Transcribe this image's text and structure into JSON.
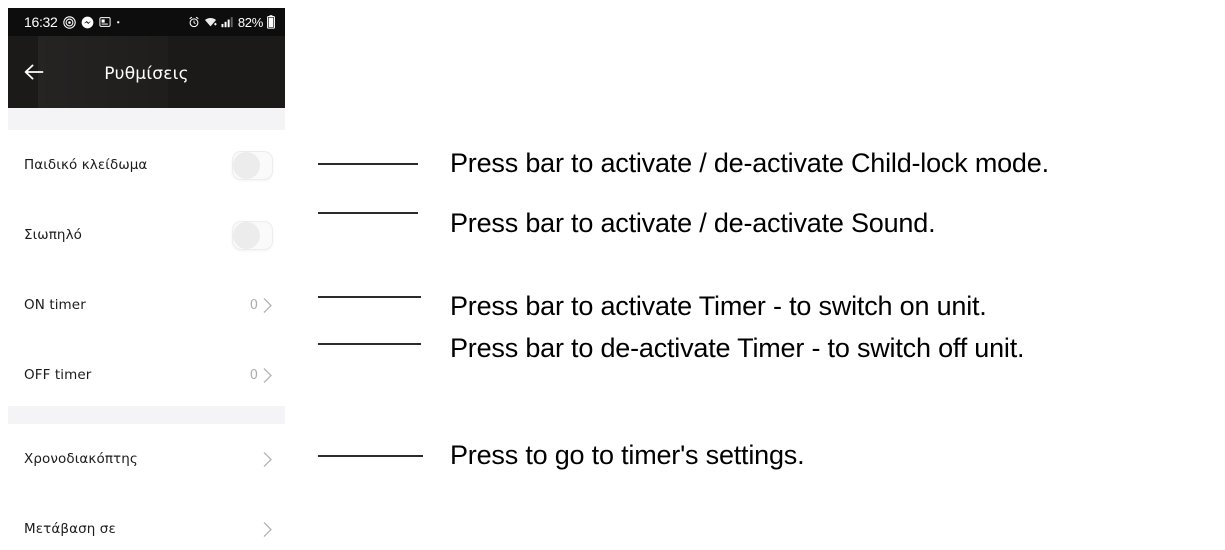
{
  "phone": {
    "status_bar": {
      "clock": "16:32",
      "battery_percent": "82%",
      "left_icons": [
        "fingerprint-icon",
        "messenger-icon",
        "app-notification-icon",
        "dot-icon"
      ],
      "right_icons": [
        "alarm-icon",
        "wifi-icon",
        "signal-bars-icon",
        "battery-icon"
      ]
    },
    "app_bar": {
      "back_icon": "back-arrow-icon",
      "title": "Ρυθμίσεις"
    },
    "rows": [
      {
        "label": "Παιδικό κλείδωμα",
        "control": "toggle",
        "state": "off"
      },
      {
        "label": "Σιωπηλό",
        "control": "toggle",
        "state": "off"
      },
      {
        "label": "ON timer",
        "control": "value-chevron",
        "value": "0"
      },
      {
        "label": "OFF timer",
        "control": "value-chevron",
        "value": "0"
      },
      {
        "label": "Χρονοδιακόπτης",
        "control": "chevron"
      },
      {
        "label": "Μετάβαση σε",
        "control": "chevron"
      }
    ]
  },
  "annotations": [
    {
      "text": "Press bar to activate / de-activate Child-lock mode."
    },
    {
      "text": "Press bar to activate / de-activate Sound."
    },
    {
      "text": "Press bar to activate Timer - to switch on unit."
    },
    {
      "text": "Press bar to de-activate Timer - to switch off unit."
    },
    {
      "text": "Press to go to timer's settings."
    }
  ],
  "colors": {
    "status_bar_bg": "#0d0d0d",
    "app_bar_bg": "#1c1a19",
    "list_bg": "#ffffff",
    "gap_band": "#f4f4f6",
    "label_text": "#1b1b1b",
    "muted_text": "#adadad",
    "annotation_text": "#000000",
    "leader_line": "#2b2b2b"
  }
}
